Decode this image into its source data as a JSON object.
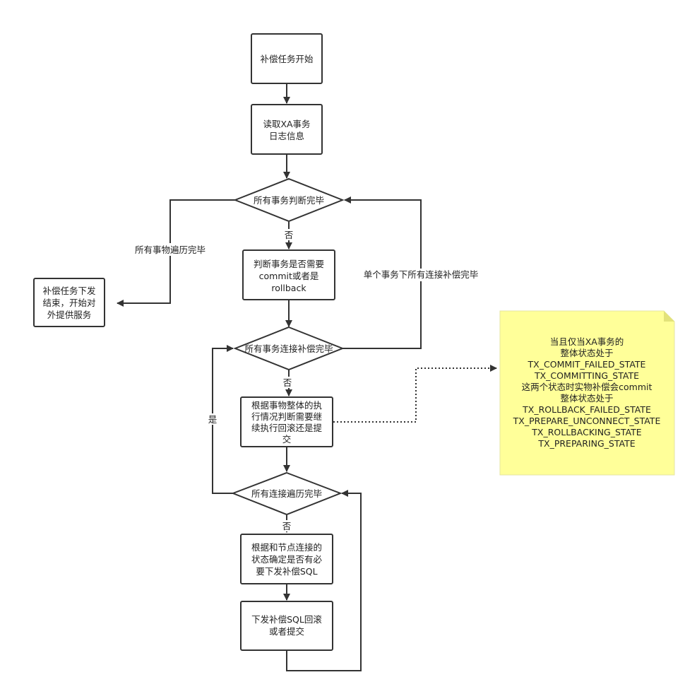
{
  "nodes": {
    "start": "补偿任务开始",
    "read_log": [
      "读取XA事务",
      "日志信息"
    ],
    "all_tx_judged": "所有事务判断完毕",
    "end_task": [
      "补偿任务下发",
      "结束，开始对",
      "外提供服务"
    ],
    "judge_commit": [
      "判断事务是否需要",
      "commit或者是",
      "rollback"
    ],
    "all_tx_conn_done": "所有事务连接补偿完毕",
    "decide_rollback": [
      "根据事物整体的执",
      "行情况判断需要继",
      "续执行回滚还是提",
      "交"
    ],
    "all_conn_traversed": "所有连接遍历完毕",
    "confirm_sql": [
      "根据和节点连接的",
      "状态确定是否有必",
      "要下发补偿SQL"
    ],
    "send_sql": [
      "下发补偿SQL回滚",
      "或者提交"
    ]
  },
  "edge_labels": {
    "all_tx_traversed": "所有事物遍历完毕",
    "no_1": "否",
    "single_tx_done": "单个事务下所有连接补偿完毕",
    "no_2": "否",
    "yes": "是",
    "no_3": "否"
  },
  "note": {
    "lines": [
      "当且仅当XA事务的",
      "整体状态处于",
      "TX_COMMIT_FAILED_STATE",
      "TX_COMMITTING_STATE",
      "这两个状态时实物补偿会commit",
      "整体状态处于",
      "TX_ROLLBACK_FAILED_STATE",
      "TX_PREPARE_UNCONNECT_STATE",
      "TX_ROLLBACKING_STATE",
      "TX_PREPARING_STATE"
    ],
    "color": "#ffff99"
  }
}
